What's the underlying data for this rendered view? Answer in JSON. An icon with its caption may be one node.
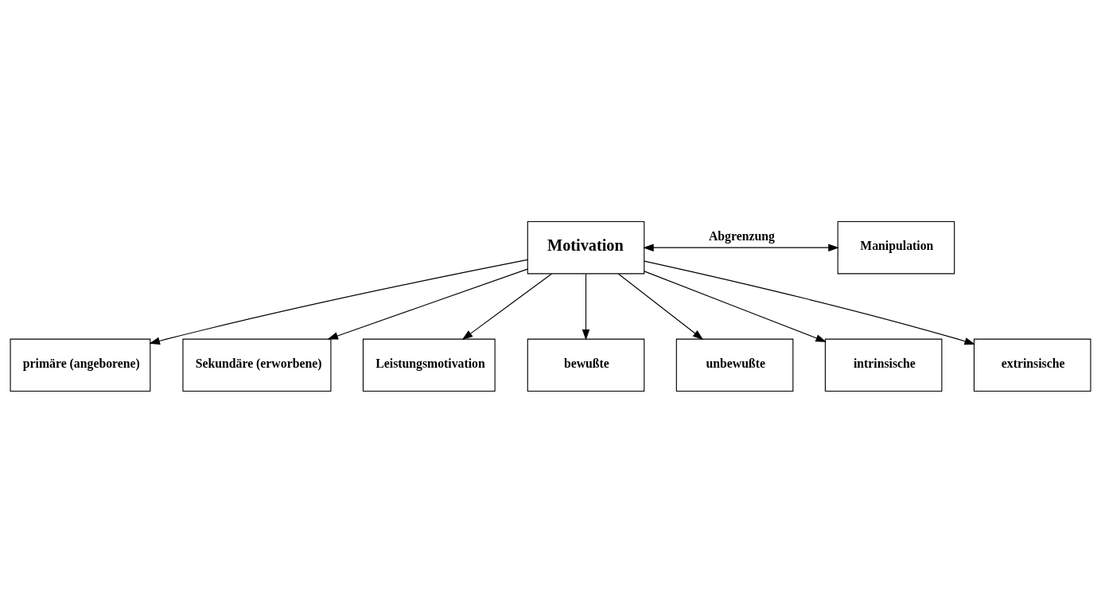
{
  "diagram": {
    "nodes": [
      {
        "text": [
          "Motivation"
        ]
      },
      {
        "text": [
          "Manipulation"
        ]
      },
      {
        "text": [
          "primäre (angeborene)"
        ]
      },
      {
        "text": [
          "Sekundäre (erworbene)"
        ]
      },
      {
        "text": [
          "Leistungsmotivation"
        ]
      },
      {
        "text": [
          "bewußte"
        ]
      },
      {
        "text": [
          "unbewußte"
        ]
      },
      {
        "text": [
          "intrinsische"
        ]
      },
      {
        "text": [
          "extrinsische"
        ]
      }
    ],
    "edges": [
      {
        "from": 0,
        "to": 1,
        "arrow": "both",
        "label": "Abgrenzung"
      },
      {
        "from": 0,
        "to": 2,
        "arrow": "to"
      },
      {
        "from": 0,
        "to": 3,
        "arrow": "to"
      },
      {
        "from": 0,
        "to": 4,
        "arrow": "to"
      },
      {
        "from": 0,
        "to": 5,
        "arrow": "to"
      },
      {
        "from": 0,
        "to": 6,
        "arrow": "to"
      },
      {
        "from": 0,
        "to": 7,
        "arrow": "to"
      },
      {
        "from": 0,
        "to": 8,
        "arrow": "to"
      }
    ]
  }
}
